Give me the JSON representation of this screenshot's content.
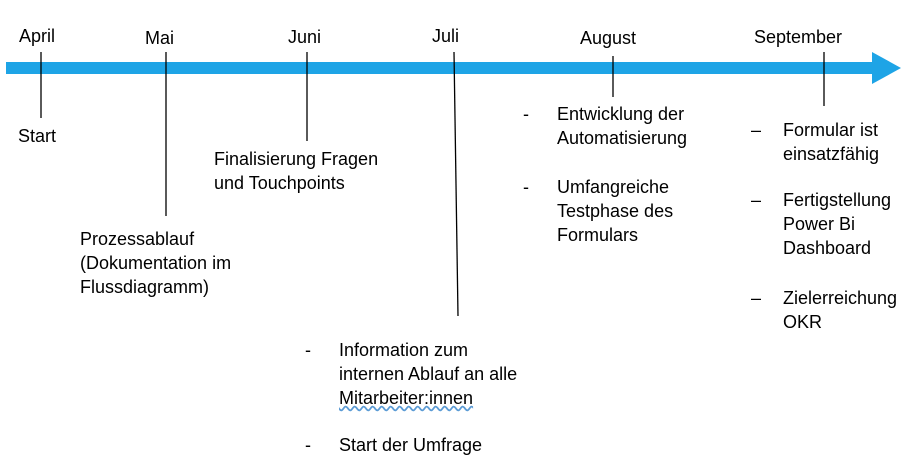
{
  "colors": {
    "arrow": "#1ea4e6",
    "connector": "#000000",
    "text": "#000000"
  },
  "months": {
    "april": "April",
    "mai": "Mai",
    "juni": "Juni",
    "juli": "Juli",
    "august": "August",
    "september": "September"
  },
  "milestones": {
    "april": {
      "text": "Start"
    },
    "mai": {
      "lines": [
        "Prozessablauf",
        "(Dokumentation im",
        "Flussdiagramm)"
      ]
    },
    "juni": {
      "lines": [
        "Finalisierung Fragen",
        "und Touchpoints"
      ]
    },
    "juli": {
      "items": [
        {
          "marker": "-",
          "lines": [
            "Information zum",
            "internen Ablauf an alle",
            "Mitarbeiter:innen"
          ]
        },
        {
          "marker": "-",
          "lines": [
            "Start der Umfrage"
          ]
        }
      ]
    },
    "august": {
      "items": [
        {
          "marker": "-",
          "lines": [
            "Entwicklung der",
            "Automatisierung"
          ]
        },
        {
          "marker": "-",
          "lines": [
            "Umfangreiche",
            "Testphase des",
            "Formulars"
          ]
        }
      ]
    },
    "september": {
      "items": [
        {
          "marker": "–",
          "lines": [
            "Formular ist",
            "einsatzfähig"
          ]
        },
        {
          "marker": "–",
          "lines": [
            "Fertigstellung",
            "Power Bi",
            "Dashboard"
          ]
        },
        {
          "marker": "–",
          "lines": [
            "Zielerreichung",
            "OKR"
          ]
        }
      ]
    }
  }
}
